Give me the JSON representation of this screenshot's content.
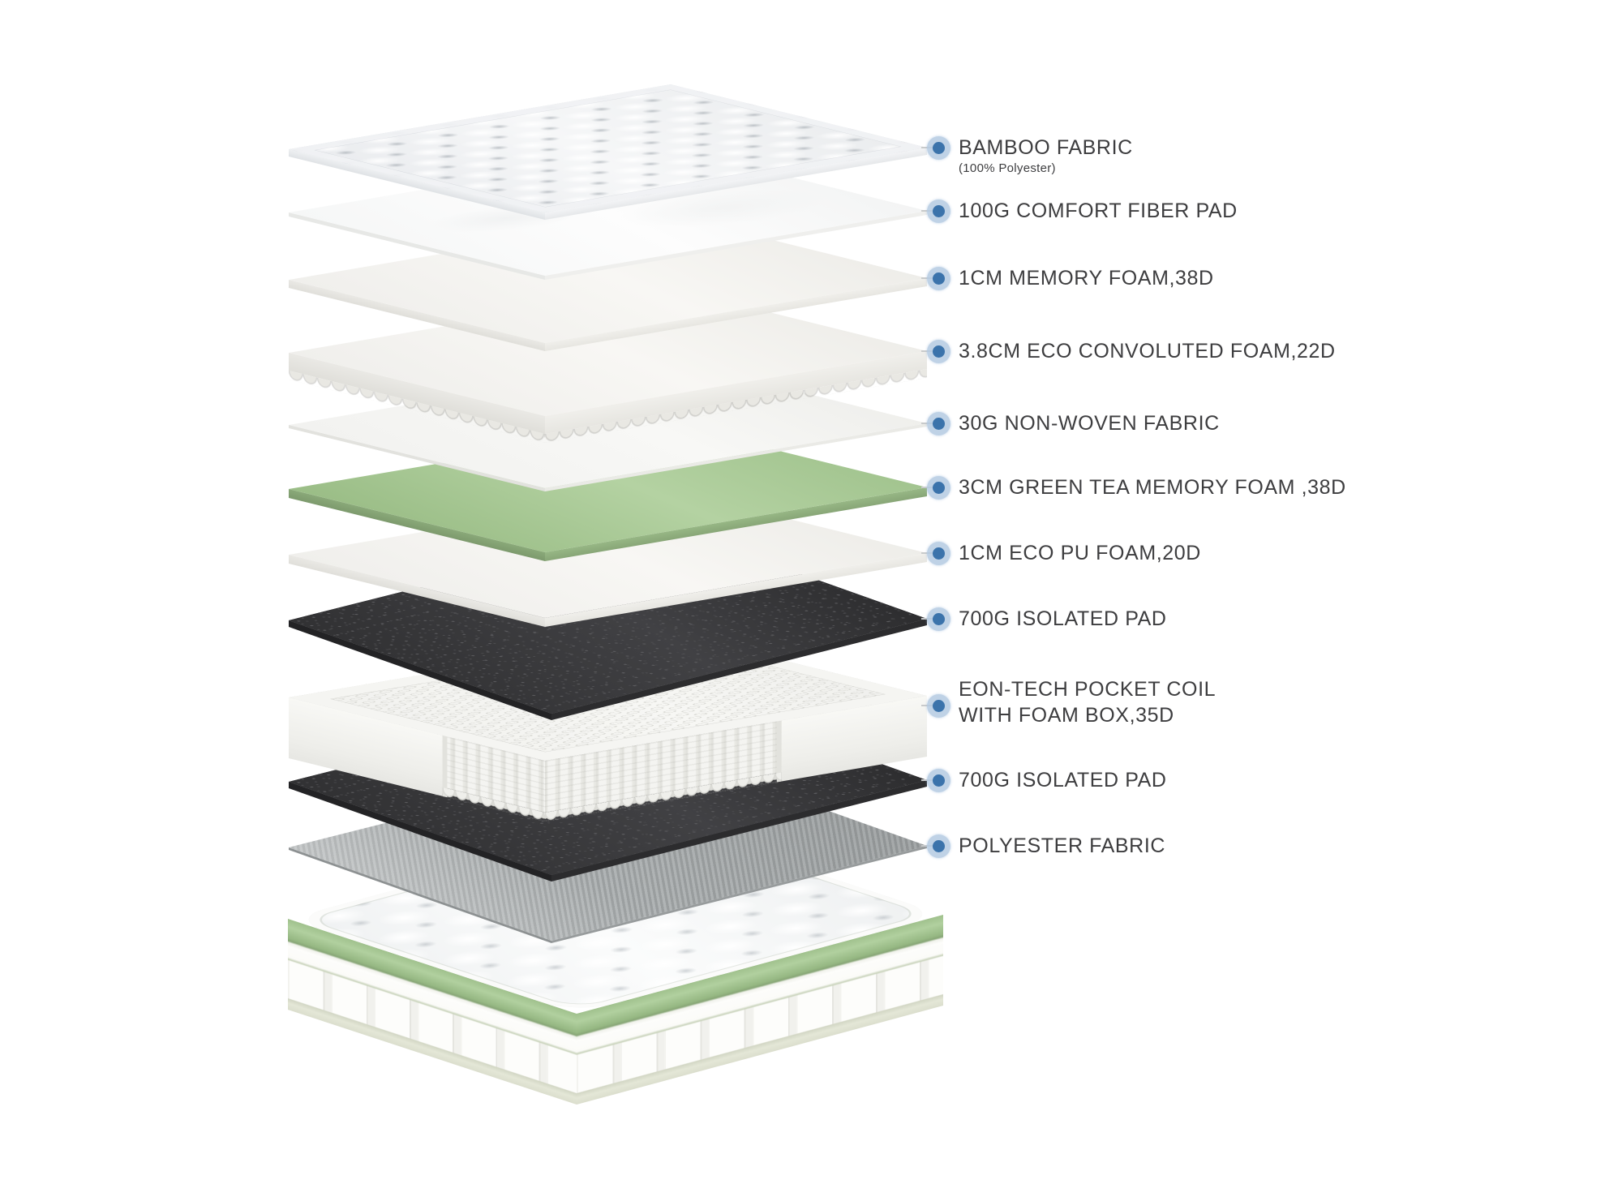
{
  "background_color": "#ffffff",
  "text_color": "#3d3d3f",
  "marker": {
    "dot_color": "#3b73ab",
    "halo_color": "#b5cbe2",
    "leader_color": "#c8cacb"
  },
  "diagram": {
    "layers": [
      {
        "label": "BAMBOO FABRIC",
        "sublabel": "(100% Polyester)",
        "material": "quilted-bamboo-fabric",
        "color": "#f2f3f4"
      },
      {
        "label": "100G COMFORT FIBER PAD",
        "material": "comfort-fiber-pad",
        "color": "#fbfbfa"
      },
      {
        "label": "1CM MEMORY FOAM,38D",
        "material": "memory-foam",
        "color": "#f4f3f0"
      },
      {
        "label": "3.8CM ECO CONVOLUTED FOAM,22D",
        "material": "eco-convoluted-foam",
        "color": "#f2f1ed"
      },
      {
        "label": "30G NON-WOVEN FABRIC",
        "material": "non-woven-fabric",
        "color": "#f5f5f3"
      },
      {
        "label": "3CM GREEN TEA MEMORY FOAM ,38D",
        "material": "green-tea-memory-foam",
        "color": "#a7c894"
      },
      {
        "label": "1CM ECO PU FOAM,20D",
        "material": "eco-pu-foam",
        "color": "#f4f3f0"
      },
      {
        "label": "700G ISOLATED PAD",
        "material": "isolated-pad",
        "color": "#39393b"
      },
      {
        "label": "EON-TECH POCKET COIL",
        "label2": "WITH FOAM BOX,35D",
        "material": "pocket-coil-with-foam-box",
        "color": "#f3f3f0"
      },
      {
        "label": "700G ISOLATED PAD",
        "material": "isolated-pad",
        "color": "#39393b"
      },
      {
        "label": "POLYESTER FABRIC",
        "material": "polyester-fabric",
        "color": "#a6aaab"
      }
    ]
  },
  "mattress": {
    "green_band_color": "#a6c694",
    "side_color": "#fcfcfa"
  }
}
